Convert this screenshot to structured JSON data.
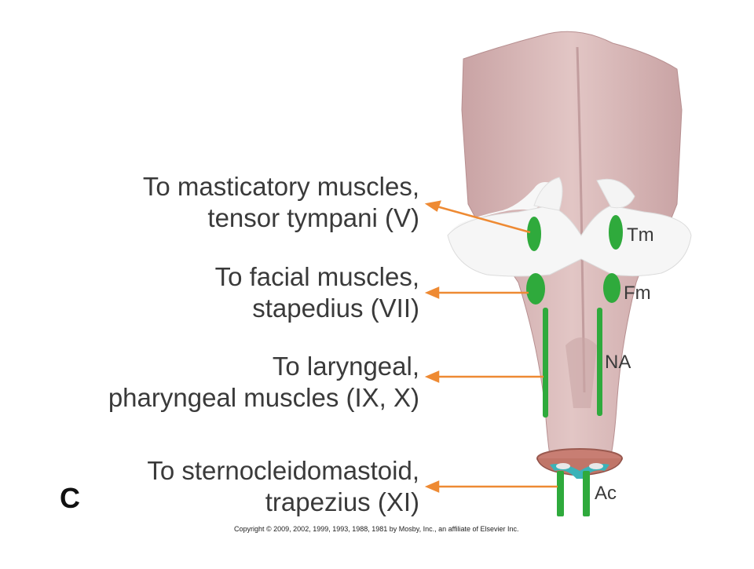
{
  "labels": {
    "v_line1": "To masticatory muscles,",
    "v_line2": "tensor tympani (V)",
    "vii_line1": "To facial muscles,",
    "vii_line2": "stapedius (VII)",
    "ix_line1": "To laryngeal,",
    "ix_line2": "pharyngeal muscles (IX, X)",
    "xi_line1": "To sternocleidomastoid,",
    "xi_line2": "trapezius (XI)"
  },
  "nuclei": {
    "tm": "Tm",
    "fm": "Fm",
    "na": "NA",
    "ac": "Ac"
  },
  "panel_letter": "C",
  "copyright": "Copyright © 2009, 2002, 1999, 1993, 1988, 1981 by Mosby, Inc., an affiliate of Elsevier Inc.",
  "colors": {
    "brainstem": "#d9b9b8",
    "brainstem_shadow": "#b78f90",
    "pons_white": "#f6f6f6",
    "nucleus_green": "#2faa3c",
    "arrow_orange": "#ee8a33",
    "cord_section": "#c87e73",
    "root_teal": "#3bb3b8"
  }
}
